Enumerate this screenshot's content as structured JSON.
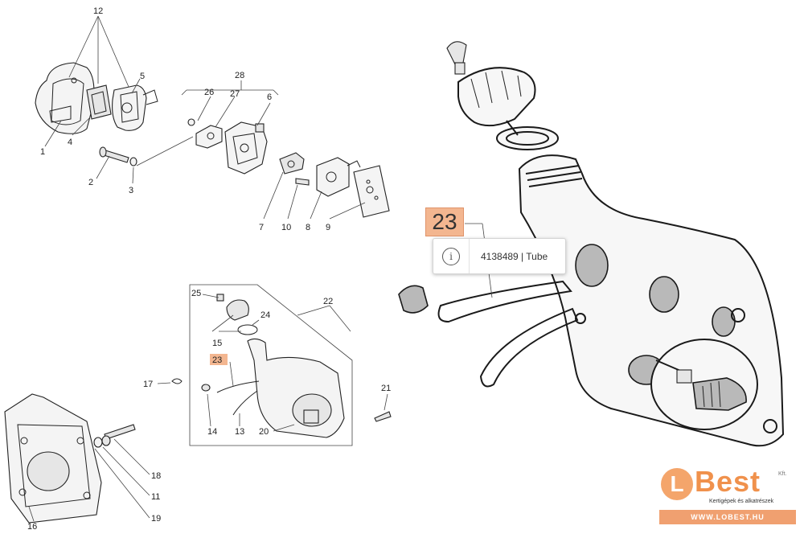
{
  "callouts": {
    "c1": "1",
    "c2": "2",
    "c3": "3",
    "c4": "4",
    "c5": "5",
    "c6": "6",
    "c7": "7",
    "c8": "8",
    "c9": "9",
    "c10": "10",
    "c11": "11",
    "c12": "12",
    "c13": "13",
    "c14": "14",
    "c15": "15",
    "c16": "16",
    "c17": "17",
    "c18": "18",
    "c19": "19",
    "c20": "20",
    "c21": "21",
    "c22": "22",
    "c23": "23",
    "c24": "24",
    "c25": "25",
    "c26": "26",
    "c27": "27",
    "c28": "28"
  },
  "highlight": {
    "label": "23",
    "tooltip_icon": "i",
    "tooltip_text": "4138489 | Tube"
  },
  "logo": {
    "mark": "L",
    "name": "Best",
    "kft": "Kft.",
    "tagline": "Kertigépek és alkatrészek",
    "url": "WWW.LOBEST.HU"
  },
  "colors": {
    "highlight": "#f3b690",
    "brand": "#f0914c"
  }
}
